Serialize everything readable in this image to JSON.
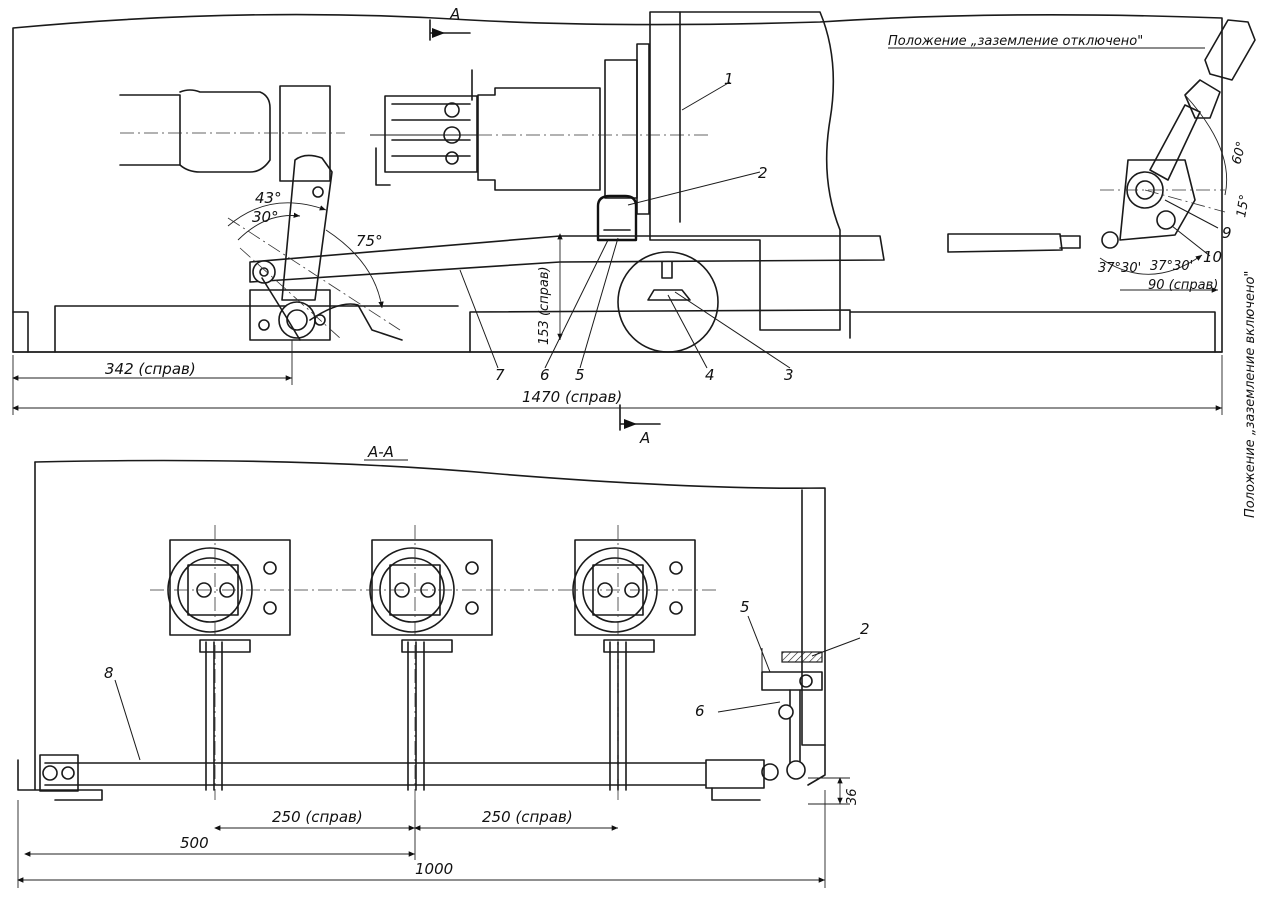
{
  "labels": {
    "section_mark": "А",
    "section_title": "А-А",
    "pos_off": "Положение „заземление отключено\"",
    "pos_on": "Положение „заземление включено\"",
    "angle_43": "43°",
    "angle_30": "30°",
    "angle_75": "75°",
    "angle_60": "60°",
    "angle_15": "15°",
    "angle_37_30a": "37°30'",
    "angle_37_30b": "37°30'",
    "dim_342": "342 (справ)",
    "dim_1470": "1470 (справ)",
    "dim_153": "153 (справ)",
    "dim_90": "90 (справ)",
    "dim_250a": "250 (справ)",
    "dim_250b": "250 (справ)",
    "dim_500": "500",
    "dim_1000": "1000",
    "dim_36": "36"
  },
  "callouts": {
    "n1": "1",
    "n2": "2",
    "n3": "3",
    "n4": "4",
    "n5": "5",
    "n6": "6",
    "n7": "7",
    "n9": "9",
    "n10": "10",
    "s8": "8",
    "s5": "5",
    "s2": "2",
    "s6": "6"
  }
}
